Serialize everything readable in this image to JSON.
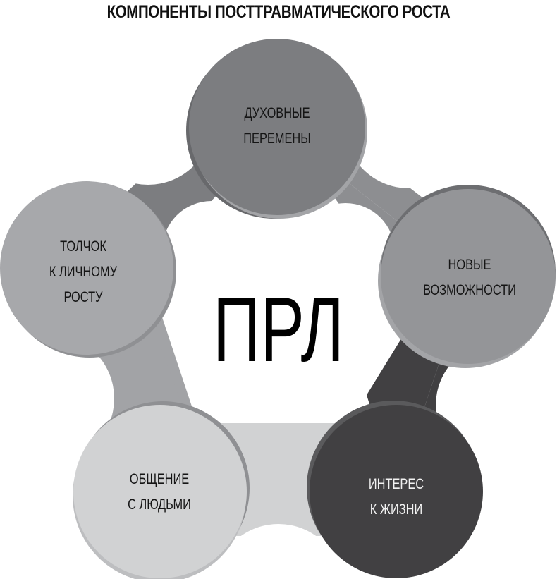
{
  "title": "КОМПОНЕНТЫ ПОСТТРАВМАТИЧЕСКОГО РОСТА",
  "center": {
    "label": "ПРЛ"
  },
  "nodes": [
    {
      "id": "spiritual-change",
      "line1": "ДУХОВНЫЕ",
      "line2": "ПЕРЕМЕНЫ",
      "line3": "",
      "fill": "#7c7d80",
      "position": "top"
    },
    {
      "id": "new-possibilities",
      "line1": "НОВЫЕ",
      "line2": "ВОЗМОЖНОСТИ",
      "line3": "",
      "fill": "#949598",
      "position": "right"
    },
    {
      "id": "appreciation-of-life",
      "line1": "ИНТЕРЕС",
      "line2": "К ЖИЗНИ",
      "line3": "",
      "fill": "#414042",
      "position": "bottom-right"
    },
    {
      "id": "relating-to-others",
      "line1": "ОБЩЕНИЕ",
      "line2": "С ЛЮДЬМИ",
      "line3": "",
      "fill": "#d1d2d3",
      "position": "bottom-left"
    },
    {
      "id": "personal-strength",
      "line1": "ТОЛЧОК",
      "line2": "К ЛИЧНОМУ",
      "line3": "РОСТУ",
      "fill": "#a7a8ab",
      "position": "left"
    }
  ],
  "connectors": [
    {
      "from": "personal-strength",
      "to": "spiritual-change",
      "fill": "#7c7d80",
      "edge": "#68696c"
    },
    {
      "from": "spiritual-change",
      "to": "new-possibilities",
      "fill": "#8d8e91",
      "edge": "#a3a4a7"
    },
    {
      "from": "new-possibilities",
      "to": "appreciation-of-life",
      "fill": "#414042",
      "edge": "#5a5a5c"
    },
    {
      "from": "appreciation-of-life",
      "to": "relating-to-others",
      "fill": "#d1d2d3",
      "edge": "#bdbec0"
    },
    {
      "from": "relating-to-others",
      "to": "personal-strength",
      "fill": "#a2a3a6",
      "edge": "#8f9093"
    }
  ]
}
